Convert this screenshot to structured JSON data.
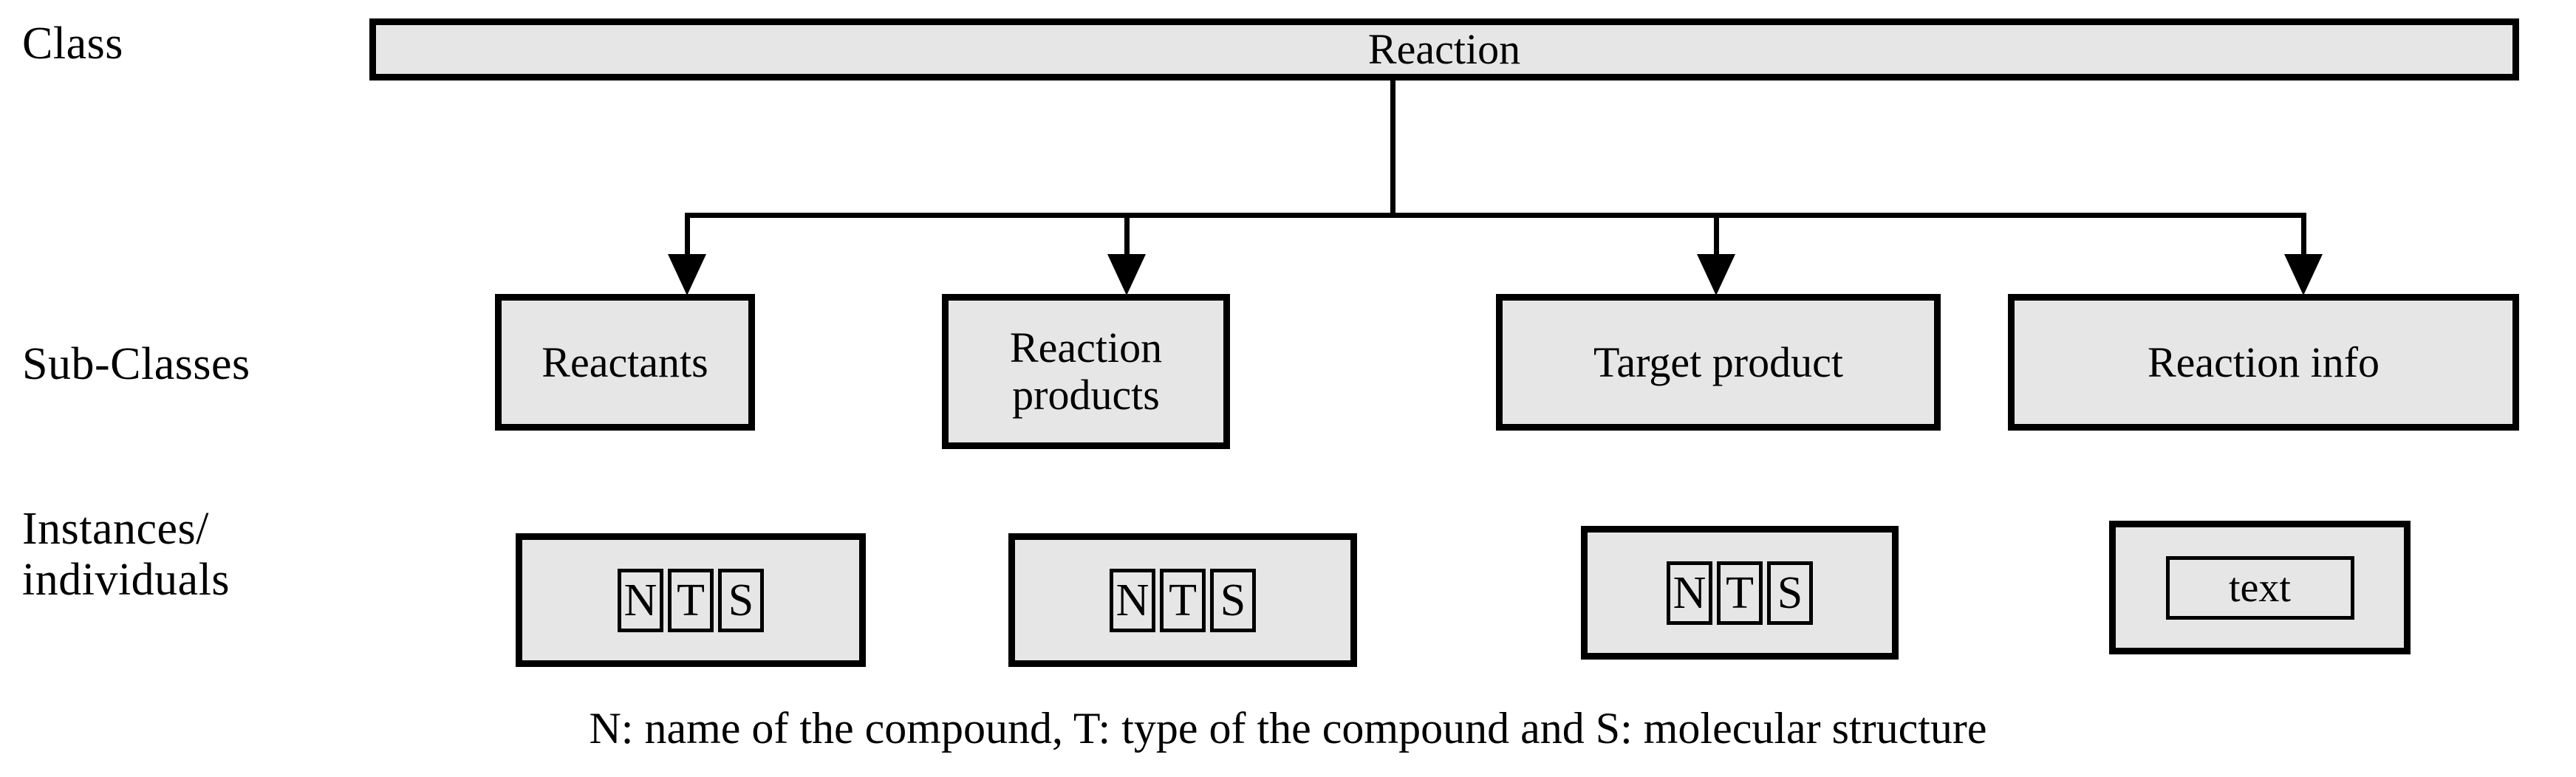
{
  "row_labels": {
    "class": "Class",
    "sub_classes": "Sub-Classes",
    "instances": "Instances/\nindividuals"
  },
  "class_node": {
    "label": "Reaction"
  },
  "sub_classes": [
    {
      "label": "Reactants"
    },
    {
      "label": "Reaction\nproducts"
    },
    {
      "label": "Target product"
    },
    {
      "label": "Reaction info"
    }
  ],
  "instances": [
    {
      "kind": "nts",
      "chips": [
        "N",
        "T",
        "S"
      ]
    },
    {
      "kind": "nts",
      "chips": [
        "N",
        "T",
        "S"
      ]
    },
    {
      "kind": "nts",
      "chips": [
        "N",
        "T",
        "S"
      ]
    },
    {
      "kind": "text",
      "chips": [
        "text"
      ]
    }
  ],
  "instance_chips": {
    "r1c1": "N",
    "r1c2": "T",
    "r1c3": "S",
    "r2c1": "N",
    "r2c2": "T",
    "r2c3": "S",
    "r3c1": "N",
    "r3c2": "T",
    "r3c3": "S",
    "r4c1": "text"
  },
  "caption": "N: name of the compound, T: type of the compound and S: molecular structure",
  "colors": {
    "box_fill": "#e6e6e6",
    "stroke": "#000000",
    "background": "#ffffff",
    "text": "#000000"
  }
}
